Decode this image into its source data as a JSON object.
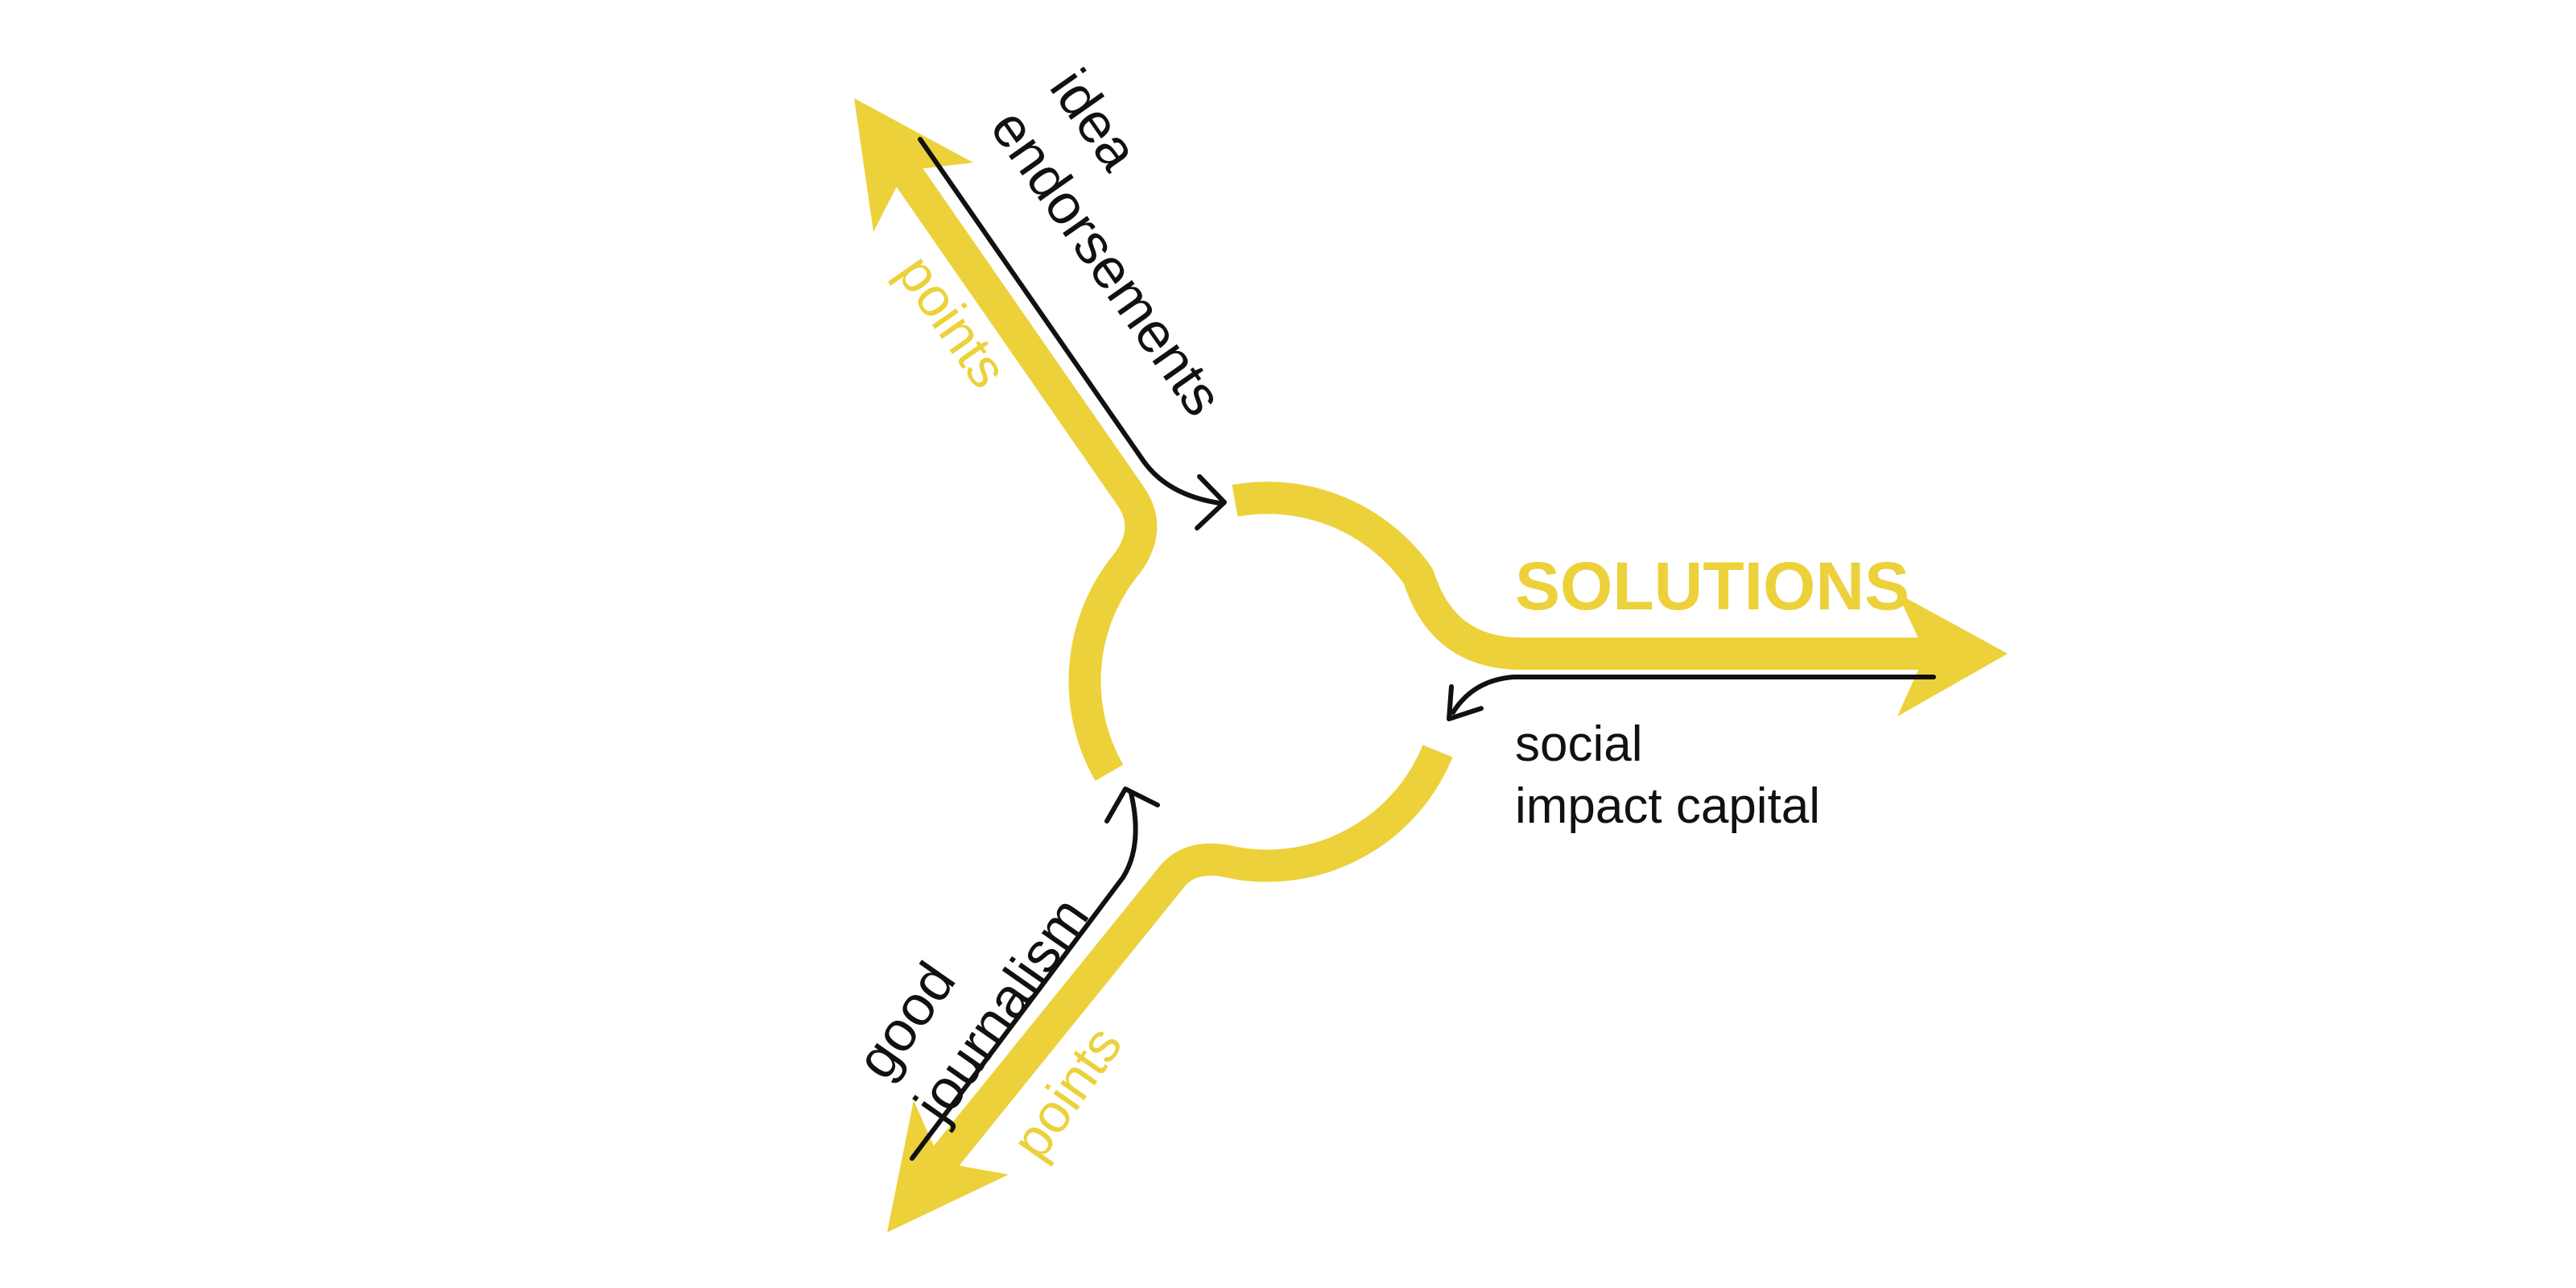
{
  "colors": {
    "accent": "#ecd13a",
    "ink": "#111111",
    "background": "#ffffff"
  },
  "labels": {
    "solutions": "SOLUTIONS",
    "idea": "idea",
    "endorsements": "endorsements",
    "points_upper": "points",
    "good": "good",
    "journalism": "journalism",
    "points_lower": "points",
    "social": "social",
    "impact_capital": "impact capital"
  }
}
